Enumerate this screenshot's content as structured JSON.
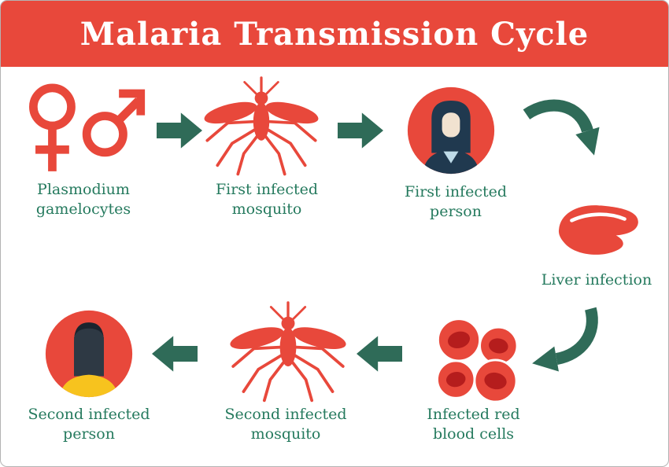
{
  "title": "Malaria Transmission Cycle",
  "nodes": {
    "gametocytes": {
      "label": "Plasmodium gamelocytes",
      "icon": "male-female-gender-icon"
    },
    "first_mosquito": {
      "label": "First infected mosquito",
      "icon": "mosquito-icon"
    },
    "first_person": {
      "label": "First infected person",
      "icon": "woman-avatar-icon"
    },
    "liver": {
      "label": "Liver infection",
      "icon": "liver-icon"
    },
    "blood_cells": {
      "label": "Infected red blood cells",
      "icon": "red-blood-cells-icon"
    },
    "second_mosquito": {
      "label": "Second infected mosquito",
      "icon": "mosquito-icon"
    },
    "second_person": {
      "label": "Second infected person",
      "icon": "man-avatar-icon"
    }
  },
  "connectors": [
    {
      "name": "arrow-gametocytes-to-first-mosquito",
      "direction": "right"
    },
    {
      "name": "arrow-first-mosquito-to-first-person",
      "direction": "right"
    },
    {
      "name": "curved-arrow-first-person-to-liver",
      "direction": "down-right"
    },
    {
      "name": "curved-arrow-liver-to-blood-cells",
      "direction": "down-left"
    },
    {
      "name": "arrow-blood-cells-to-second-mosquito",
      "direction": "left"
    },
    {
      "name": "arrow-second-mosquito-to-second-person",
      "direction": "left"
    }
  ],
  "colors": {
    "banner": "#e8483b",
    "red": "#e8483b",
    "teal": "#2f6b58",
    "label": "#257a5e",
    "navy": "#20394f",
    "skin": "#f1e2d0",
    "ltblue": "#bfdbe8",
    "yellow": "#f7c31e",
    "dark": "#2e3944",
    "darker": "#1b242e",
    "cellinner": "#b51d1d"
  }
}
